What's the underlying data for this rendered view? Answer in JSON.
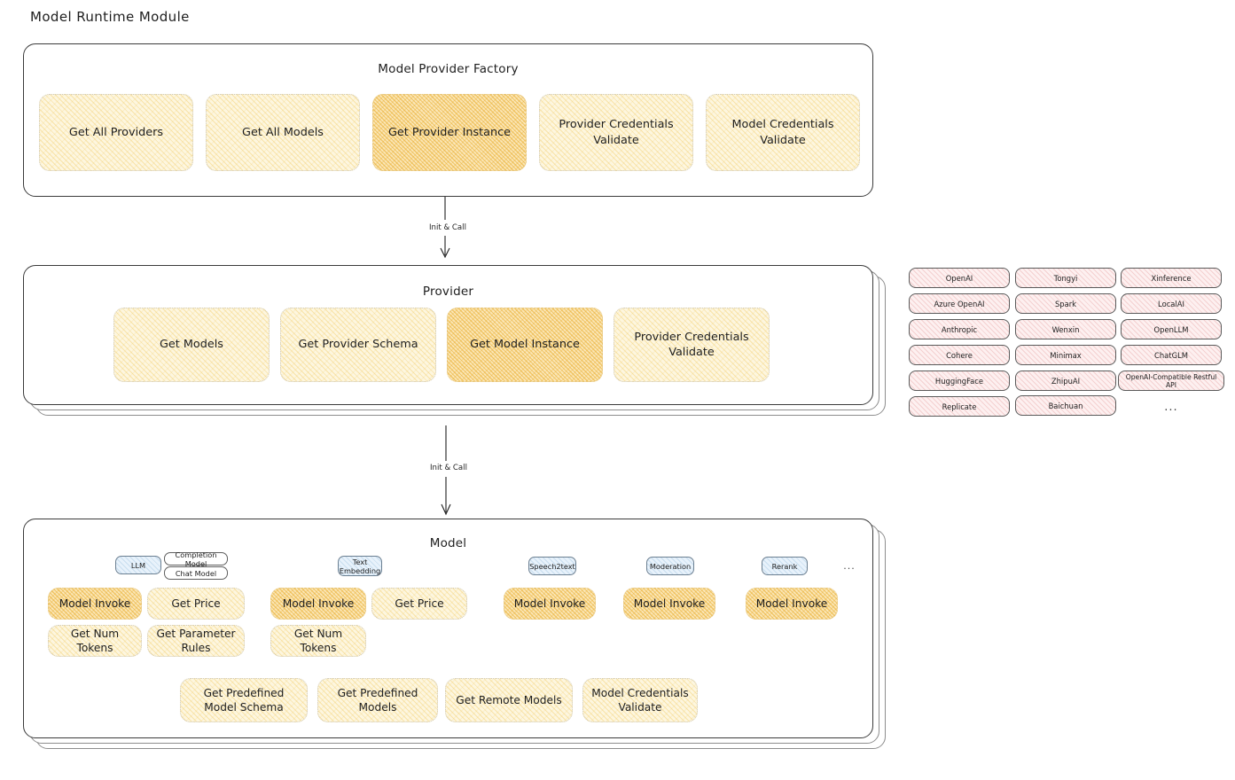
{
  "page": {
    "title": "Model Runtime Module"
  },
  "arrows": [
    {
      "label": "Init & Call"
    },
    {
      "label": "Init & Call"
    }
  ],
  "factory": {
    "title": "Model Provider Factory",
    "cards": [
      {
        "label": "Get All Providers",
        "highlighted": false
      },
      {
        "label": "Get All Models",
        "highlighted": false
      },
      {
        "label": "Get Provider Instance",
        "highlighted": true
      },
      {
        "label": "Provider Credentials Validate",
        "highlighted": false
      },
      {
        "label": "Model Credentials Validate",
        "highlighted": false
      }
    ]
  },
  "provider": {
    "title": "Provider",
    "stack_layers": 3,
    "cards": [
      {
        "label": "Get Models",
        "highlighted": false
      },
      {
        "label": "Get Provider Schema",
        "highlighted": false
      },
      {
        "label": "Get Model Instance",
        "highlighted": true
      },
      {
        "label": "Provider Credentials Validate",
        "highlighted": false
      }
    ]
  },
  "provider_list": {
    "columns": [
      {
        "items": [
          "OpenAI",
          "Azure OpenAI",
          "Anthropic",
          "Cohere",
          "HuggingFace",
          "Replicate"
        ]
      },
      {
        "items": [
          "Tongyi",
          "Spark",
          "Wenxin",
          "Minimax",
          "ZhipuAI",
          "Baichuan"
        ]
      },
      {
        "items": [
          "Xinference",
          "LocalAI",
          "OpenLLM",
          "ChatGLM",
          "OpenAI-Compatible Restful API"
        ]
      }
    ],
    "more": "..."
  },
  "model": {
    "title": "Model",
    "stack_layers": 3,
    "more": "...",
    "types": [
      {
        "badge": "LLM",
        "sub_badges": [
          "Completion Model",
          "Chat Model"
        ],
        "cards": [
          {
            "label": "Model Invoke",
            "highlighted": true
          },
          {
            "label": "Get Price",
            "highlighted": false
          },
          {
            "label": "Get Num Tokens",
            "highlighted": false
          },
          {
            "label": "Get Parameter Rules",
            "highlighted": false
          }
        ]
      },
      {
        "badge": "Text Embedding",
        "sub_badges": [],
        "cards": [
          {
            "label": "Model Invoke",
            "highlighted": true
          },
          {
            "label": "Get Price",
            "highlighted": false
          },
          {
            "label": "Get Num Tokens",
            "highlighted": false
          }
        ]
      },
      {
        "badge": "Speech2text",
        "sub_badges": [],
        "cards": [
          {
            "label": "Model Invoke",
            "highlighted": true
          }
        ]
      },
      {
        "badge": "Moderation",
        "sub_badges": [],
        "cards": [
          {
            "label": "Model Invoke",
            "highlighted": true
          }
        ]
      },
      {
        "badge": "Rerank",
        "sub_badges": [],
        "cards": [
          {
            "label": "Model Invoke",
            "highlighted": true
          }
        ]
      }
    ],
    "common_cards": [
      {
        "label": "Get Predefined Model Schema",
        "highlighted": false
      },
      {
        "label": "Get Predefined Models",
        "highlighted": false
      },
      {
        "label": "Get Remote Models",
        "highlighted": false
      },
      {
        "label": "Model Credentials Validate",
        "highlighted": false
      }
    ]
  },
  "colors": {
    "card_fill": "#fdf6df",
    "card_fill_highlight": "#fbe7b8",
    "badge_fill": "#e8f2fb",
    "pill_fill": "#fdf0f0",
    "stroke": "#1e1e1e"
  }
}
